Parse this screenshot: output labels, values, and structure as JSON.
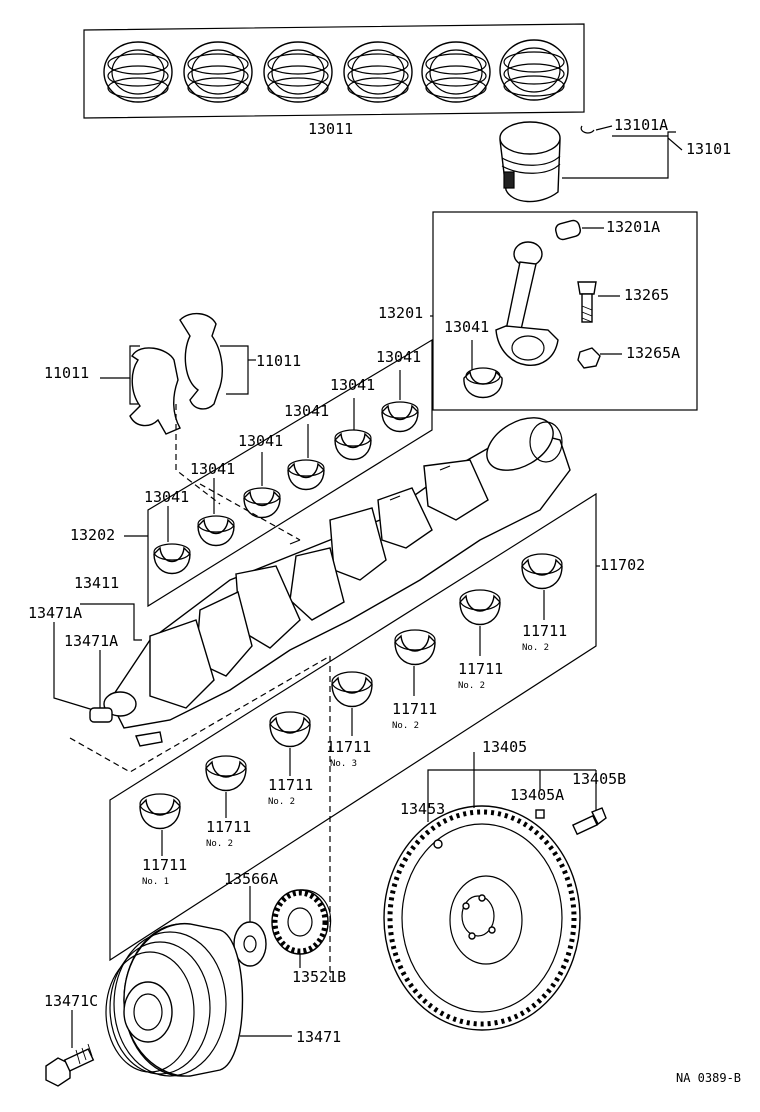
{
  "figure_ref": "NA 0389-B",
  "parts": {
    "p13011": "13011",
    "p13101A": "13101A",
    "p13101": "13101",
    "p13201A": "13201A",
    "p13201": "13201",
    "p13265": "13265",
    "p13265A": "13265A",
    "p13041_rod": "13041",
    "p11011_left": "11011",
    "p11011_right": "11011",
    "p13041_a": "13041",
    "p13041_b": "13041",
    "p13041_c": "13041",
    "p13041_d": "13041",
    "p13041_e": "13041",
    "p13041_f": "13041",
    "p13202": "13202",
    "p13411": "13411",
    "p13471A_1": "13471A",
    "p13471A_2": "13471A",
    "p11702": "11702",
    "p11711_a": "11711",
    "p11711_b": "11711",
    "p11711_c": "11711",
    "p11711_d": "11711",
    "p11711_e": "11711",
    "p11711_f": "11711",
    "p11711_g": "11711",
    "p13405": "13405",
    "p13453": "13453",
    "p13405A": "13405A",
    "p13405B": "13405B",
    "p13566A": "13566A",
    "p13521B": "13521B",
    "p13471C": "13471C",
    "p13471": "13471"
  },
  "bearing_notes": {
    "n_a": "No. 2",
    "n_b": "No. 2",
    "n_c": "No. 2",
    "n_d": "No. 3",
    "n_e": "No. 2",
    "n_f": "No. 2",
    "n_g": "No. 1"
  }
}
